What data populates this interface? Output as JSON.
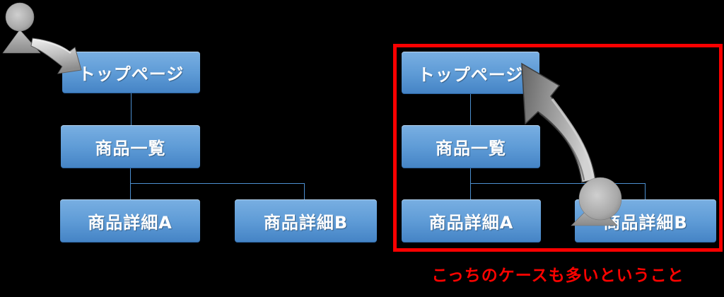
{
  "canvas": {
    "background": "#000000"
  },
  "palette": {
    "node_gradient_top": "#79afe2",
    "node_gradient_bottom": "#4483c5",
    "node_text": "#ffffff",
    "connector_blue": "#4c8fd0",
    "frame_red": "#fa0000",
    "caption_red": "#fb0300",
    "figure_gray": "#b3b3b3",
    "arrow_gray": "#9a9a9a"
  },
  "left_diagram": {
    "nodes": {
      "top": "トップページ",
      "list": "商品一覧",
      "detail_a": "商品詳細A",
      "detail_b": "商品詳細B"
    },
    "icons": {
      "visitor": "person-icon",
      "entry": "curved-arrow-down-right-icon"
    }
  },
  "right_diagram": {
    "nodes": {
      "top": "トップページ",
      "list": "商品一覧",
      "detail_a": "商品詳細A",
      "detail_b": "商品詳細B"
    },
    "icons": {
      "visitor": "person-icon",
      "return": "curved-arrow-up-left-icon"
    },
    "caption": "こっちのケースも多いということ"
  }
}
